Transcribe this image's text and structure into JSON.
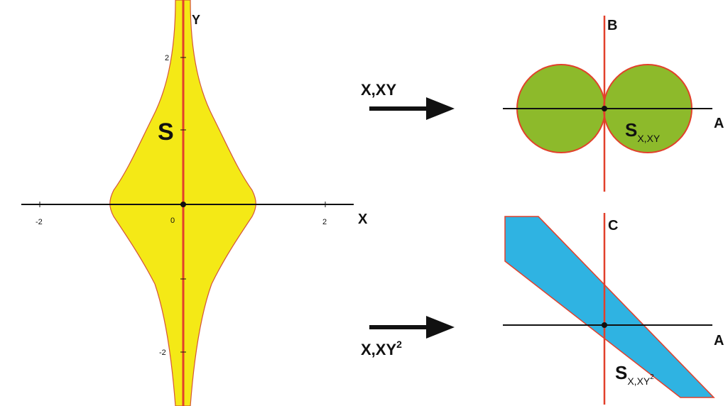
{
  "left_plot": {
    "region_label": "S",
    "x_axis_label": "X",
    "y_axis_label": "Y",
    "x_ticks": [
      "-2",
      "0",
      "2"
    ],
    "y_ticks": [
      "2",
      "-2"
    ]
  },
  "top_map": {
    "arrow_label": "X,XY",
    "vertical_axis_label": "B",
    "horizontal_axis_label": "A",
    "region_label_main": "S",
    "region_label_sub": "X,XY"
  },
  "bottom_map": {
    "arrow_label_main": "X,XY",
    "arrow_label_sup": "2",
    "vertical_axis_label": "C",
    "horizontal_axis_label": "A",
    "region_label_main": "S",
    "region_label_sub": "X,XY",
    "region_label_sub_sup": "2"
  },
  "colors": {
    "yellow_fill": "#f4e916",
    "green_fill": "#8dba2b",
    "blue_fill": "#2fb3e2",
    "red_line": "#e2402b",
    "axis": "#111111"
  }
}
